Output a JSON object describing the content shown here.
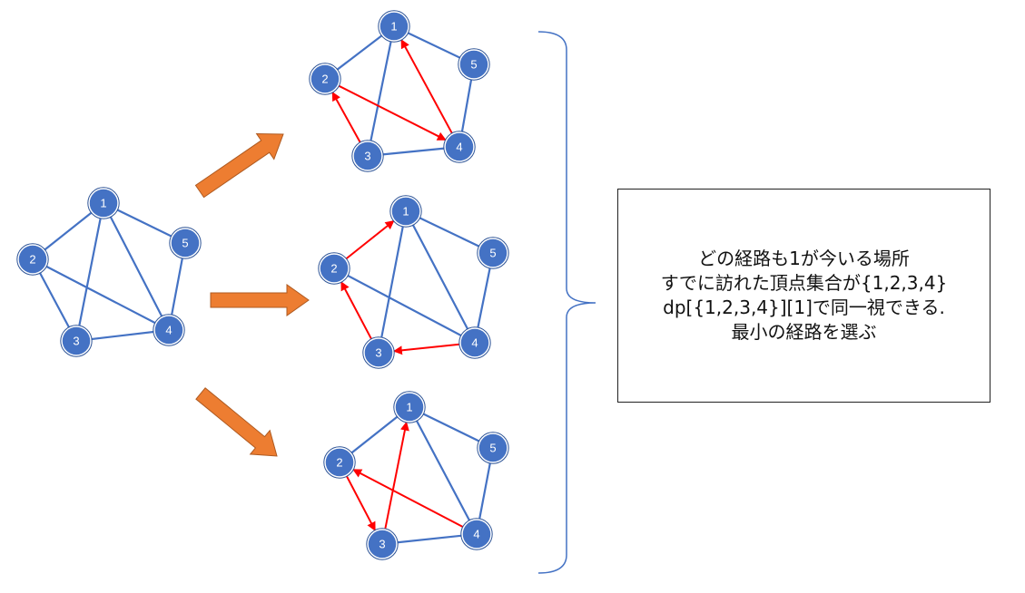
{
  "colors": {
    "node_fill": "#4472C4",
    "node_stroke": "#2F5597",
    "edge": "#4472C4",
    "path": "#FF0000",
    "arrow_fill": "#ED7D31",
    "arrow_stroke": "#AE5A21",
    "brace": "#4472C4"
  },
  "graphs": [
    {
      "id": "source",
      "node_labels": [
        "1",
        "2",
        "3",
        "4",
        "5"
      ]
    },
    {
      "id": "path-a",
      "node_labels": [
        "1",
        "2",
        "3",
        "4",
        "5"
      ],
      "path_order": [
        "3",
        "2",
        "4",
        "1"
      ]
    },
    {
      "id": "path-b",
      "node_labels": [
        "1",
        "2",
        "3",
        "4",
        "5"
      ],
      "path_order": [
        "4",
        "3",
        "2",
        "1"
      ]
    },
    {
      "id": "path-c",
      "node_labels": [
        "1",
        "2",
        "3",
        "4",
        "5"
      ],
      "path_order": [
        "4",
        "2",
        "3",
        "1"
      ]
    }
  ],
  "edges": [
    [
      "1",
      "2"
    ],
    [
      "1",
      "3"
    ],
    [
      "1",
      "4"
    ],
    [
      "1",
      "5"
    ],
    [
      "2",
      "3"
    ],
    [
      "2",
      "4"
    ],
    [
      "3",
      "4"
    ],
    [
      "4",
      "5"
    ]
  ],
  "note_lines": [
    "どの経路も1が今いる場所",
    "すでに訪れた頂点集合が{1,2,3,4}",
    "dp[{1,2,3,4}][1]で同一視できる.",
    "最小の経路を選ぶ"
  ]
}
